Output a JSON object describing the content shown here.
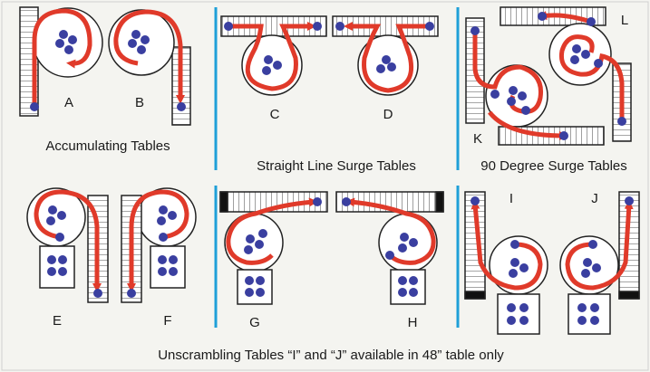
{
  "panels": {
    "accumulating": {
      "caption": "Accumulating Tables",
      "letters": [
        "A",
        "B"
      ]
    },
    "straight_line": {
      "caption": "Straight Line Surge Tables",
      "letters": [
        "C",
        "D"
      ]
    },
    "ninety_degree": {
      "caption": "90 Degree Surge Tables",
      "letters": [
        "K",
        "L"
      ]
    },
    "unscrambling": {
      "letters_ef": [
        "E",
        "F"
      ],
      "letters_gh": [
        "G",
        "H"
      ],
      "letters_ij": [
        "I",
        "J"
      ]
    }
  },
  "footer": {
    "note": "Unscrambling Tables  “I”  and “J” available in 48” table only"
  },
  "colors": {
    "flow_arrow": "#e03a2a",
    "container_dot": "#3a3fa0",
    "divider": "#1e9fd8",
    "outline": "#222222",
    "background": "#f4f4f0"
  },
  "icons": {
    "flow": "red-flow-arrow",
    "container": "blue-container-dot",
    "conveyor": "conveyor-segment",
    "table": "round-turntable"
  }
}
